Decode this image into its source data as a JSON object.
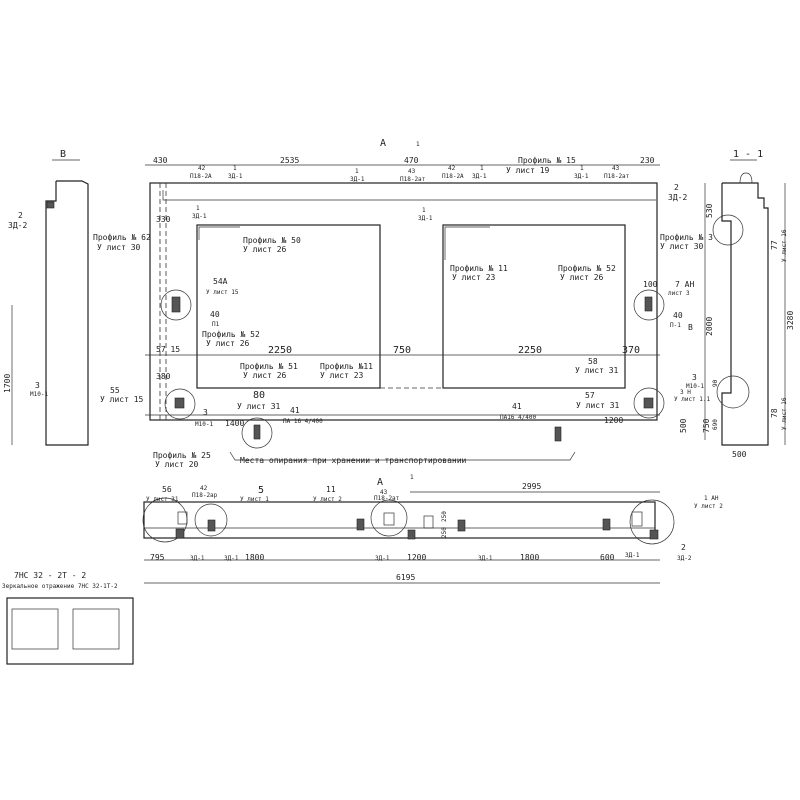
{
  "sections": {
    "view_b": "В",
    "section_1_1": "1 - 1",
    "cut_a": "А",
    "cut_a_bottom": "А",
    "cut_1": "1",
    "cut_1_bottom": "1"
  },
  "elevation": {
    "dims_top": [
      "430",
      "2535",
      "470",
      "230"
    ],
    "dims_left": [
      "330",
      "57 15",
      "380"
    ],
    "dims_mid": [
      "2250",
      "750",
      "2250",
      "370"
    ],
    "dims_bottom": [
      "1400",
      "1200"
    ],
    "dims_right": [
      "530",
      "2000",
      "500",
      "750",
      "690",
      "90"
    ],
    "dims_window": [
      "100"
    ],
    "labels": [
      {
        "top": "42",
        "bottom": "П18-2А"
      },
      {
        "top": "1",
        "bottom": "ЗД-1"
      },
      {
        "top": "1",
        "bottom": "ЗД-1"
      },
      {
        "top": "43",
        "bottom": "П18-2ат"
      },
      {
        "top": "42",
        "bottom": "П18-2А"
      },
      {
        "top": "1",
        "bottom": "ЗД-1"
      },
      {
        "top": "Профиль № 15",
        "bottom": "У лист 19"
      },
      {
        "top": "1",
        "bottom": "ЗД-1"
      },
      {
        "top": "43",
        "bottom": "П18-2ат"
      },
      {
        "top": "2",
        "bottom": "ЗД-2"
      },
      {
        "top": "1",
        "bottom": "ЗД-1"
      },
      {
        "top": "1",
        "bottom": "ЗД-1"
      },
      {
        "top": "Профиль № 62",
        "bottom": "У лист 30"
      },
      {
        "top": "Профиль № 50",
        "bottom": "У лист 26"
      },
      {
        "top": "Профиль № 11",
        "bottom": "У лист 23"
      },
      {
        "top": "Профиль № 52",
        "bottom": "У лист 26"
      },
      {
        "top": "Профиль № 3",
        "bottom": "У лист 30"
      },
      {
        "top": "54А",
        "bottom": "У лист 15"
      },
      {
        "top": "40",
        "bottom": "П1"
      },
      {
        "top": "Профиль № 52",
        "bottom": "У лист 26"
      },
      {
        "top": "7 АН",
        "bottom": "лист 3"
      },
      {
        "top": "40",
        "bottom": "П-1"
      },
      {
        "top": "Профиль № 51",
        "bottom": "У лист 26"
      },
      {
        "top": "Профиль №11",
        "bottom": "У лист 23"
      },
      {
        "top": "58",
        "bottom": "У лист 31"
      },
      {
        "top": "55",
        "bottom": "У лист 15"
      },
      {
        "top": "3",
        "bottom": "М10-1"
      },
      {
        "top": "80",
        "bottom": "У лист 31"
      },
      {
        "top": "41",
        "bottom": "ПА 16 4/400"
      },
      {
        "top": "41",
        "bottom": "ПА16 4/400"
      },
      {
        "top": "57",
        "bottom": "У лист 31"
      },
      {
        "top": "3",
        "bottom": "М10-1"
      },
      {
        "top": "3 Н",
        "bottom": "У лист 1.1"
      },
      {
        "top": "Профиль № 25",
        "bottom": "У лист 20"
      }
    ],
    "arrow_b": "В",
    "support_note": "Места опирания при хранении и транспортировании"
  },
  "view_b": {
    "dim": "1700",
    "labels": [
      {
        "top": "2",
        "bottom": "ЗД-2"
      },
      {
        "top": "3",
        "bottom": "М10-1"
      }
    ]
  },
  "section_1_1": {
    "dims": [
      "3280",
      "500"
    ],
    "labels": [
      {
        "top": "77",
        "bottom": "У лист 16"
      },
      {
        "top": "78",
        "bottom": "У лист 16"
      }
    ]
  },
  "plan": {
    "dims": [
      "795",
      "1800",
      "1200",
      "1800",
      "600",
      "6195",
      "2995",
      "250",
      "250"
    ],
    "labels": [
      {
        "top": "56",
        "bottom": "У лист 31"
      },
      {
        "top": "42",
        "bottom": "П18-2ар"
      },
      {
        "top": "5",
        "bottom": "У лист 1"
      },
      {
        "top": "11",
        "bottom": "У лист 2"
      },
      {
        "top": "43",
        "bottom": "П18-2ат"
      },
      {
        "top": "1 АН",
        "bottom": "У лист 2"
      },
      {
        "top": "2",
        "bottom": "ЗД-2"
      }
    ],
    "zd": [
      "ЗД-1",
      "ЗД-1",
      "ЗД-1",
      "ЗД-1",
      "ЗД-1"
    ]
  },
  "thumbnail": {
    "title": "7НС 32 - 2Т - 2",
    "subtitle": "Зеркальное отражение 7НС 32-1Т-2"
  }
}
